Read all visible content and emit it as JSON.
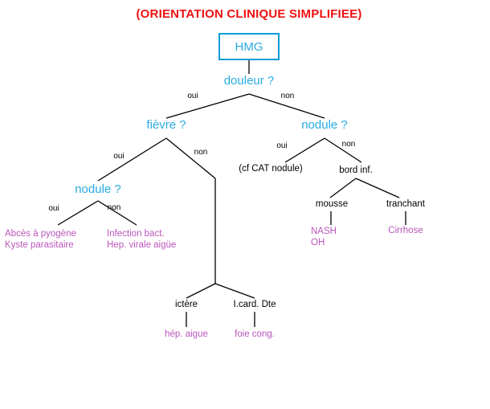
{
  "title": "(ORIENTATION CLINIQUE SIMPLIFIEE)",
  "root": {
    "label": "HMG"
  },
  "questions": {
    "douleur": "douleur ?",
    "fievre": "fièvre ?",
    "nodule_right": "nodule ?",
    "nodule_left": "nodule ?"
  },
  "branches": {
    "douleur_oui": "oui",
    "douleur_non": "non",
    "fievre_oui": "oui",
    "fievre_non": "non",
    "nodule_right_oui": "oui",
    "nodule_right_non": "non",
    "nodule_left_oui": "oui",
    "nodule_left_non": "non"
  },
  "nodes": {
    "cf_cat_nodule": "(cf CAT nodule)",
    "bord_inf": "bord inf.",
    "mousse": "mousse",
    "tranchant": "tranchant",
    "ictere": "ictère",
    "icard_dte": "I.card. Dte"
  },
  "leaves": {
    "abces_line1": "Abcès à pyogène",
    "abces_line2": "Kyste parasitaire",
    "infection_line1": "Infection bact.",
    "infection_line2": "Hep. virale aigüe",
    "nash_line1": "NASH",
    "nash_line2": "OH",
    "cirrhose": "Cirrhose",
    "hep_aigue": "hép. aigue",
    "foie_cong": "foie cong."
  },
  "colors": {
    "title_red": "#ee1111",
    "question_cyan": "#29abe2",
    "leaf_magenta": "#bb55bb",
    "edge_black": "#000000",
    "box_border": "#0c9cd8",
    "background": "#ffffff"
  }
}
